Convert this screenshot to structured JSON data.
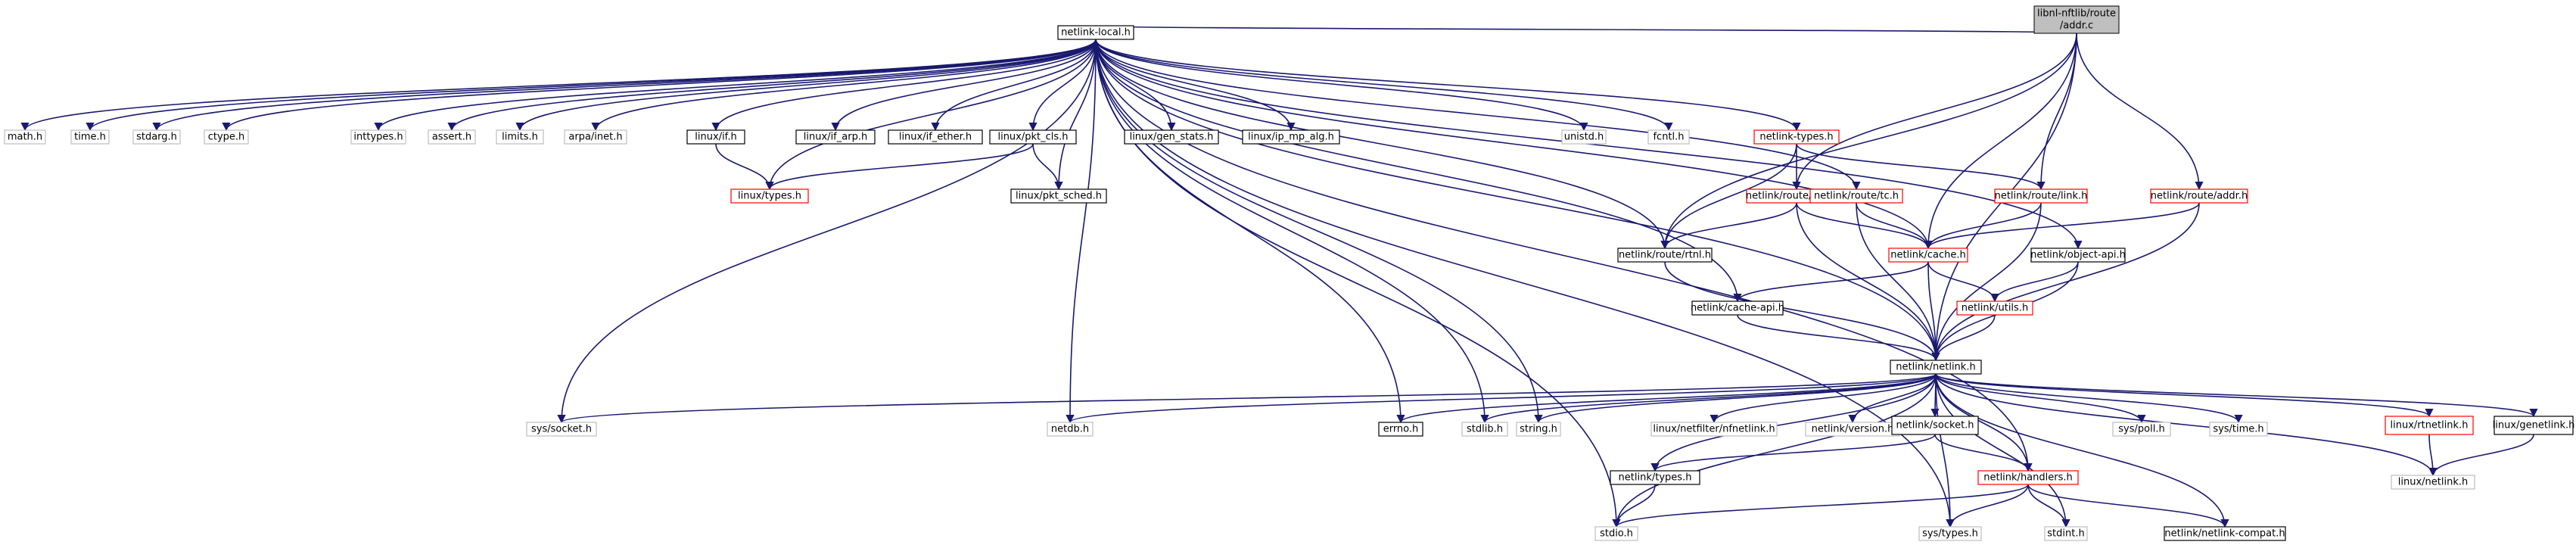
{
  "graph": {
    "root": {
      "label_line1": "libnl-nftlib/route",
      "label_line2": "/addr.c"
    },
    "nodes": [
      {
        "id": "netlink_local",
        "label": "netlink-local.h",
        "style": "black"
      },
      {
        "id": "math",
        "label": "math.h",
        "style": "gray"
      },
      {
        "id": "time",
        "label": "time.h",
        "style": "gray"
      },
      {
        "id": "stdarg",
        "label": "stdarg.h",
        "style": "gray"
      },
      {
        "id": "ctype",
        "label": "ctype.h",
        "style": "gray"
      },
      {
        "id": "inttypes",
        "label": "inttypes.h",
        "style": "gray"
      },
      {
        "id": "assert",
        "label": "assert.h",
        "style": "gray"
      },
      {
        "id": "limits",
        "label": "limits.h",
        "style": "gray"
      },
      {
        "id": "arpa_inet",
        "label": "arpa/inet.h",
        "style": "gray"
      },
      {
        "id": "linux_if",
        "label": "linux/if.h",
        "style": "black"
      },
      {
        "id": "linux_if_arp",
        "label": "linux/if_arp.h",
        "style": "black"
      },
      {
        "id": "linux_if_ether",
        "label": "linux/if_ether.h",
        "style": "black"
      },
      {
        "id": "linux_pkt_cls",
        "label": "linux/pkt_cls.h",
        "style": "black"
      },
      {
        "id": "linux_gen_stats",
        "label": "linux/gen_stats.h",
        "style": "black"
      },
      {
        "id": "linux_ip_mp_alg",
        "label": "linux/ip_mp_alg.h",
        "style": "black"
      },
      {
        "id": "unistd",
        "label": "unistd.h",
        "style": "gray"
      },
      {
        "id": "fcntl",
        "label": "fcntl.h",
        "style": "gray"
      },
      {
        "id": "netlink_types",
        "label": "netlink-types.h",
        "style": "red"
      },
      {
        "id": "linux_types",
        "label": "linux/types.h",
        "style": "red"
      },
      {
        "id": "linux_pkt_sched",
        "label": "linux/pkt_sched.h",
        "style": "black"
      },
      {
        "id": "route_route",
        "label": "netlink/route/route.h",
        "style": "red"
      },
      {
        "id": "route_tc",
        "label": "netlink/route/tc.h",
        "style": "red"
      },
      {
        "id": "route_link",
        "label": "netlink/route/link.h",
        "style": "red"
      },
      {
        "id": "route_addr",
        "label": "netlink/route/addr.h",
        "style": "red"
      },
      {
        "id": "route_rtnl",
        "label": "netlink/route/rtnl.h",
        "style": "black"
      },
      {
        "id": "cache",
        "label": "netlink/cache.h",
        "style": "red"
      },
      {
        "id": "object_api",
        "label": "netlink/object-api.h",
        "style": "black"
      },
      {
        "id": "cache_api",
        "label": "netlink/cache-api.h",
        "style": "black"
      },
      {
        "id": "utils",
        "label": "netlink/utils.h",
        "style": "red"
      },
      {
        "id": "netlink_netlink",
        "label": "netlink/netlink.h",
        "style": "black"
      },
      {
        "id": "sys_socket",
        "label": "sys/socket.h",
        "style": "gray"
      },
      {
        "id": "netdb",
        "label": "netdb.h",
        "style": "gray"
      },
      {
        "id": "errno",
        "label": "errno.h",
        "style": "black"
      },
      {
        "id": "stdlib",
        "label": "stdlib.h",
        "style": "gray"
      },
      {
        "id": "string",
        "label": "string.h",
        "style": "gray"
      },
      {
        "id": "nfnetlink",
        "label": "linux/netfilter/nfnetlink.h",
        "style": "gray"
      },
      {
        "id": "nl_version",
        "label": "netlink/version.h",
        "style": "gray"
      },
      {
        "id": "nl_socket",
        "label": "netlink/socket.h",
        "style": "black"
      },
      {
        "id": "sys_poll",
        "label": "sys/poll.h",
        "style": "gray"
      },
      {
        "id": "sys_time",
        "label": "sys/time.h",
        "style": "gray"
      },
      {
        "id": "rtnetlink",
        "label": "linux/rtnetlink.h",
        "style": "red"
      },
      {
        "id": "genetlink",
        "label": "linux/genetlink.h",
        "style": "black"
      },
      {
        "id": "nl_types",
        "label": "netlink/types.h",
        "style": "black"
      },
      {
        "id": "handlers",
        "label": "netlink/handlers.h",
        "style": "red"
      },
      {
        "id": "linux_netlink",
        "label": "linux/netlink.h",
        "style": "gray"
      },
      {
        "id": "stdio",
        "label": "stdio.h",
        "style": "gray"
      },
      {
        "id": "sys_types",
        "label": "sys/types.h",
        "style": "gray"
      },
      {
        "id": "stdint",
        "label": "stdint.h",
        "style": "gray"
      },
      {
        "id": "nl_compat",
        "label": "netlink/netlink-compat.h",
        "style": "black"
      }
    ],
    "edges": [
      [
        "root",
        "netlink_local"
      ],
      [
        "root",
        "route_rtnl"
      ],
      [
        "root",
        "route_route"
      ],
      [
        "root",
        "route_link"
      ],
      [
        "root",
        "route_addr"
      ],
      [
        "root",
        "cache"
      ],
      [
        "root",
        "netlink_netlink"
      ],
      [
        "netlink_local",
        "math"
      ],
      [
        "netlink_local",
        "time"
      ],
      [
        "netlink_local",
        "stdarg"
      ],
      [
        "netlink_local",
        "ctype"
      ],
      [
        "netlink_local",
        "inttypes"
      ],
      [
        "netlink_local",
        "assert"
      ],
      [
        "netlink_local",
        "limits"
      ],
      [
        "netlink_local",
        "arpa_inet"
      ],
      [
        "netlink_local",
        "linux_if"
      ],
      [
        "netlink_local",
        "linux_if_arp"
      ],
      [
        "netlink_local",
        "linux_if_ether"
      ],
      [
        "netlink_local",
        "linux_pkt_cls"
      ],
      [
        "netlink_local",
        "linux_gen_stats"
      ],
      [
        "netlink_local",
        "linux_ip_mp_alg"
      ],
      [
        "netlink_local",
        "unistd"
      ],
      [
        "netlink_local",
        "fcntl"
      ],
      [
        "netlink_local",
        "netlink_types"
      ],
      [
        "netlink_local",
        "linux_types"
      ],
      [
        "netlink_local",
        "linux_pkt_sched"
      ],
      [
        "netlink_local",
        "route_rtnl"
      ],
      [
        "netlink_local",
        "route_tc"
      ],
      [
        "netlink_local",
        "cache"
      ],
      [
        "netlink_local",
        "object_api"
      ],
      [
        "netlink_local",
        "cache_api"
      ],
      [
        "netlink_local",
        "netlink_netlink"
      ],
      [
        "netlink_local",
        "sys_socket"
      ],
      [
        "netlink_local",
        "netdb"
      ],
      [
        "netlink_local",
        "errno"
      ],
      [
        "netlink_local",
        "stdlib"
      ],
      [
        "netlink_local",
        "string"
      ],
      [
        "netlink_local",
        "handlers"
      ],
      [
        "netlink_local",
        "stdio"
      ],
      [
        "netlink_local",
        "sys_types"
      ],
      [
        "linux_if",
        "linux_types"
      ],
      [
        "linux_pkt_cls",
        "linux_types"
      ],
      [
        "linux_pkt_cls",
        "linux_pkt_sched"
      ],
      [
        "netlink_types",
        "route_rtnl"
      ],
      [
        "netlink_types",
        "route_route"
      ],
      [
        "netlink_types",
        "route_link"
      ],
      [
        "route_route",
        "route_rtnl"
      ],
      [
        "route_route",
        "cache"
      ],
      [
        "route_route",
        "netlink_netlink"
      ],
      [
        "route_tc",
        "cache"
      ],
      [
        "route_tc",
        "netlink_netlink"
      ],
      [
        "route_link",
        "cache"
      ],
      [
        "route_link",
        "netlink_netlink"
      ],
      [
        "route_addr",
        "cache"
      ],
      [
        "route_addr",
        "netlink_netlink"
      ],
      [
        "route_rtnl",
        "netlink_netlink"
      ],
      [
        "cache",
        "cache_api"
      ],
      [
        "cache",
        "utils"
      ],
      [
        "cache",
        "netlink_netlink"
      ],
      [
        "object_api",
        "utils"
      ],
      [
        "object_api",
        "netlink_netlink"
      ],
      [
        "cache_api",
        "netlink_netlink"
      ],
      [
        "utils",
        "netlink_netlink"
      ],
      [
        "netlink_netlink",
        "sys_socket"
      ],
      [
        "netlink_netlink",
        "netdb"
      ],
      [
        "netlink_netlink",
        "errno"
      ],
      [
        "netlink_netlink",
        "stdlib"
      ],
      [
        "netlink_netlink",
        "string"
      ],
      [
        "netlink_netlink",
        "nfnetlink"
      ],
      [
        "netlink_netlink",
        "nl_version"
      ],
      [
        "netlink_netlink",
        "nl_socket"
      ],
      [
        "netlink_netlink",
        "sys_poll"
      ],
      [
        "netlink_netlink",
        "sys_time"
      ],
      [
        "netlink_netlink",
        "rtnetlink"
      ],
      [
        "netlink_netlink",
        "genetlink"
      ],
      [
        "netlink_netlink",
        "nl_types"
      ],
      [
        "netlink_netlink",
        "handlers"
      ],
      [
        "netlink_netlink",
        "linux_netlink"
      ],
      [
        "netlink_netlink",
        "stdio"
      ],
      [
        "netlink_netlink",
        "sys_types"
      ],
      [
        "netlink_netlink",
        "stdint"
      ],
      [
        "netlink_netlink",
        "nl_compat"
      ],
      [
        "nl_socket",
        "nl_types"
      ],
      [
        "nl_socket",
        "handlers"
      ],
      [
        "nl_types",
        "stdio"
      ],
      [
        "handlers",
        "stdio"
      ],
      [
        "handlers",
        "sys_types"
      ],
      [
        "handlers",
        "stdint"
      ],
      [
        "handlers",
        "nl_compat"
      ],
      [
        "rtnetlink",
        "linux_netlink"
      ],
      [
        "genetlink",
        "linux_netlink"
      ]
    ]
  },
  "colors": {
    "edge": "#191970",
    "black": "#000000",
    "red": "#ff0000",
    "gray": "#bfbfbf",
    "root_fill": "#bfbfbf"
  }
}
